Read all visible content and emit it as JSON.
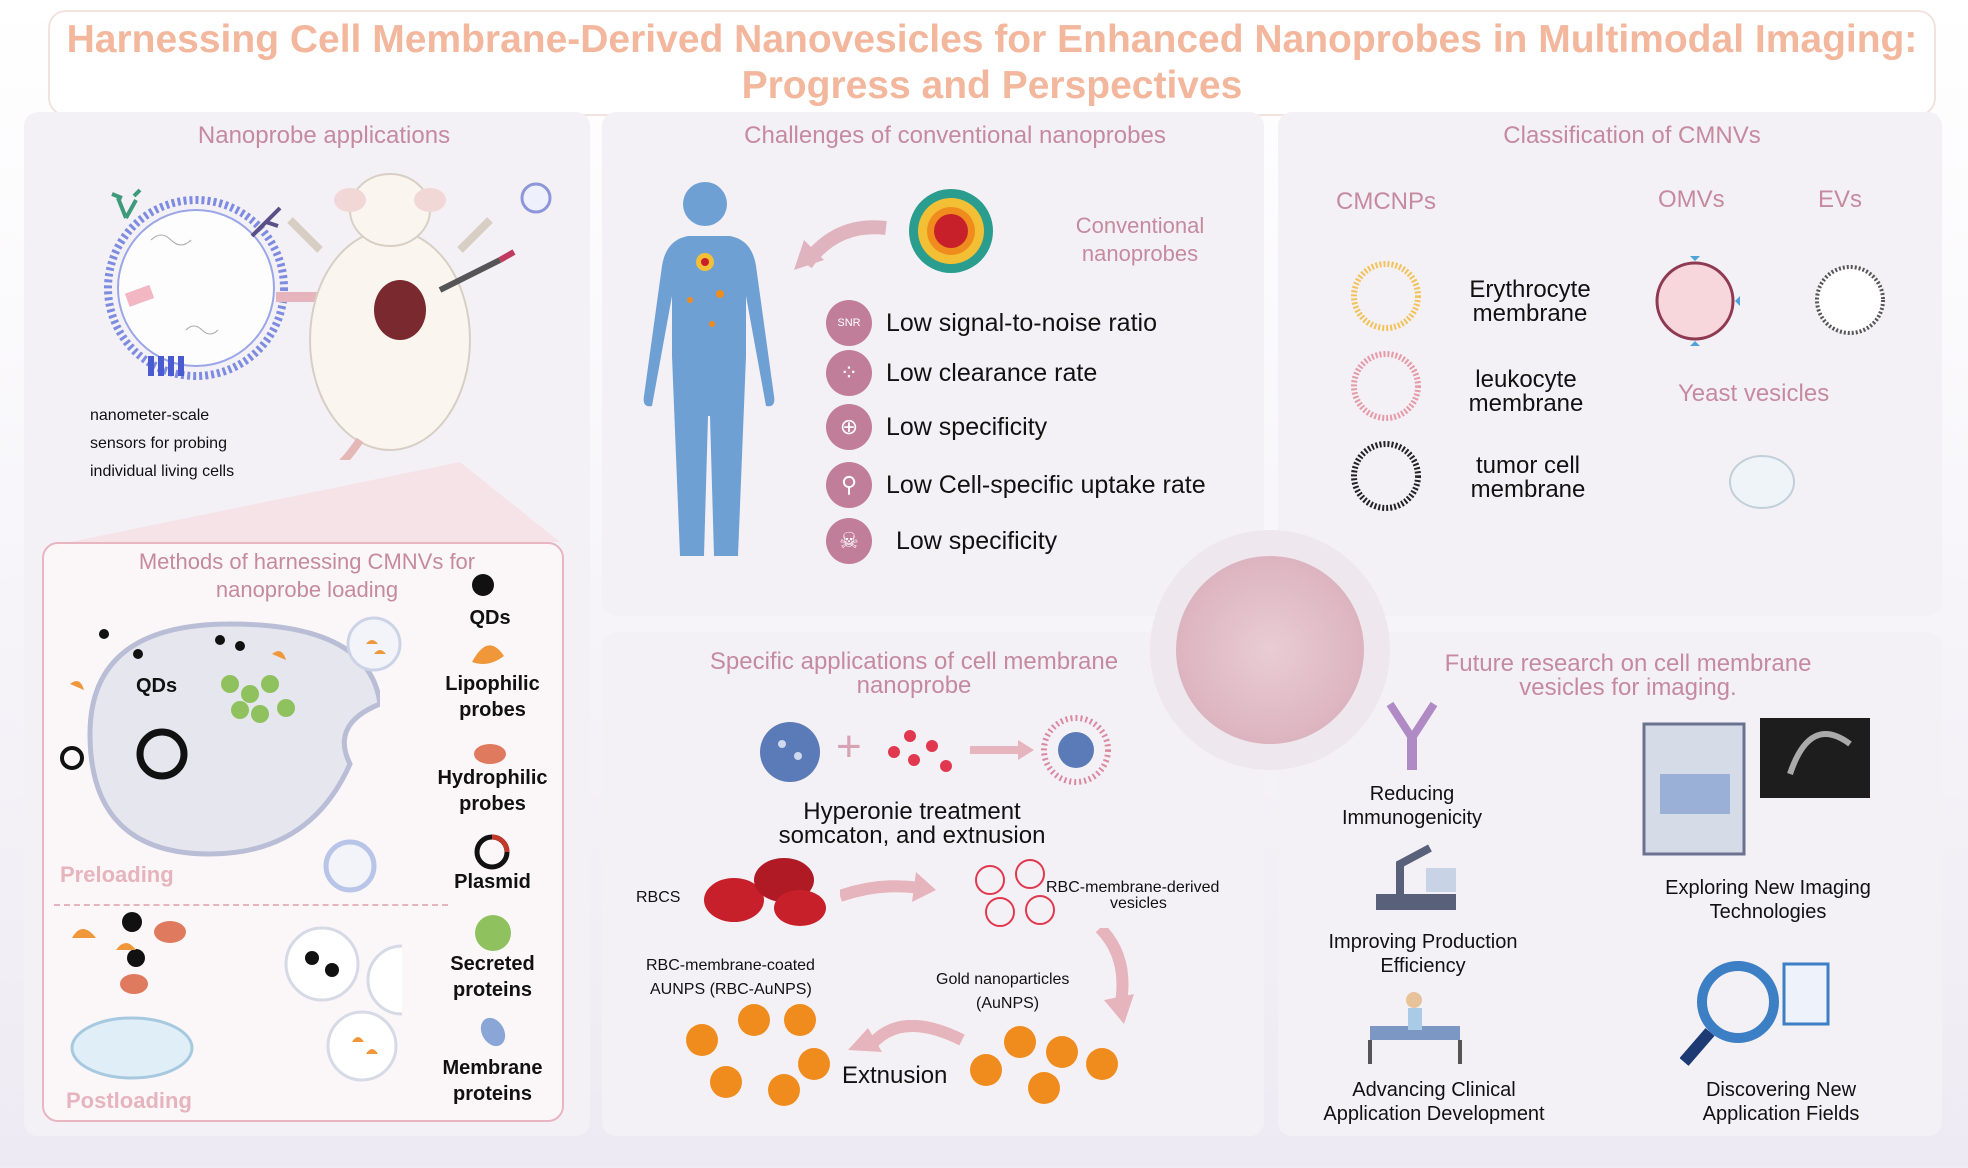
{
  "title": {
    "line1": "Harnessing Cell Membrane-Derived Nanovesicles for Enhanced Nanoprobes in Multimodal Imaging:",
    "line2": "Progress and Perspectives"
  },
  "nanoprobe": {
    "title": "Nanoprobe applications",
    "desc1": "nanometer-scale",
    "desc2": "sensors for probing",
    "desc3": "individual living cells"
  },
  "methods": {
    "title1": "Methods of harnessing CMNVs for",
    "title2": "nanoprobe loading",
    "qds_label": "QDs",
    "preloading": "Preloading",
    "postloading": "Postloading",
    "legend": [
      {
        "l1": "QDs",
        "l2": ""
      },
      {
        "l1": "Lipophilic",
        "l2": "probes"
      },
      {
        "l1": "Hydrophilic",
        "l2": "probes"
      },
      {
        "l1": "Plasmid",
        "l2": ""
      },
      {
        "l1": "Secreted",
        "l2": "proteins"
      },
      {
        "l1": "Membrane",
        "l2": "proteins"
      }
    ]
  },
  "challenges": {
    "title": "Challenges of conventional nanoprobes",
    "conv1": "Conventional",
    "conv2": "nanoprobes",
    "snr_icon": "SNR",
    "items": [
      "Low signal-to-noise ratio",
      "Low clearance rate",
      "Low specificity",
      "Low Cell-specific uptake rate",
      "Low specificity"
    ]
  },
  "classification": {
    "title": "Classification of CMNVs",
    "cmcnps": "CMCNPs",
    "omvs": "OMVs",
    "evs": "EVs",
    "erythrocyte1": "Erythrocyte",
    "erythrocyte2": "membrane",
    "leukocyte1": "leukocyte",
    "leukocyte2": "membrane",
    "tumor1": "tumor cell",
    "tumor2": "membrane",
    "yeast": "Yeast vesicles"
  },
  "specific": {
    "title1": "Specific applications of cell membrane",
    "title2": "nanoprobe",
    "step1": "Hyperonie treatment",
    "step2": "somcaton, and extnusion",
    "rbcs": "RBCS",
    "rbc_vesicles1": "RBC-membrane-derived",
    "rbc_vesicles2": "vesicles",
    "coated1": "RBC-membrane-coated",
    "coated2": "AUNPS (RBC-AuNPS)",
    "gold1": "Gold nanoparticles",
    "gold2": "(AuNPS)",
    "extrusion": "Extnusion"
  },
  "future": {
    "title1": "Future research on cell membrane",
    "title2": "vesicles for imaging.",
    "f1a": "Reducing",
    "f1b": "Immunogenicity",
    "f2a": "Improving Production",
    "f2b": "Efficiency",
    "f3a": "Advancing Clinical",
    "f3b": "Application Development",
    "f4a": "Exploring New Imaging",
    "f4b": "Technologies",
    "f5a": "Discovering New",
    "f5b": "Application Fields"
  },
  "colors": {
    "accent": "#c58a9e",
    "title": "#f2b79c",
    "body": "#6fa0d4",
    "probe_ring": "#2a9d8f",
    "rbc": "#c8202a",
    "gold": "#f08c1e"
  }
}
